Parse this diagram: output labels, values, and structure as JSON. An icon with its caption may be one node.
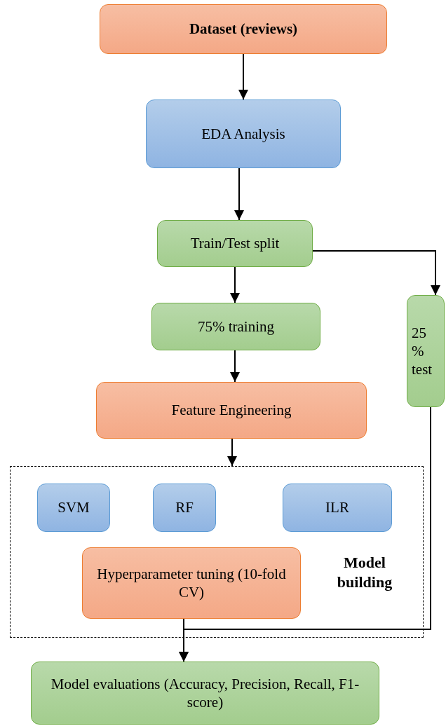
{
  "diagram": {
    "nodes": [
      {
        "text": [
          "Dataset (reviews)"
        ]
      },
      {
        "text": [
          "EDA Analysis"
        ]
      },
      {
        "text": [
          "Train/Test split"
        ]
      },
      {
        "text": [
          "75% training"
        ]
      },
      {
        "text": [
          "Feature Engineering"
        ]
      },
      {
        "text": [
          "Model building"
        ]
      },
      {
        "text": [
          "SVM"
        ],
        "in": 5
      },
      {
        "text": [
          "RF"
        ],
        "in": 5
      },
      {
        "text": [
          "ILR"
        ],
        "in": 5
      },
      {
        "text": [
          "Hyperparameter tuning (10-fold CV)"
        ],
        "in": 5
      },
      {
        "text": [
          "25 % test"
        ]
      },
      {
        "text": [
          "Model evaluations (Accuracy, Precision, Recall, F1-score)"
        ]
      }
    ],
    "edges": [
      {
        "from": 0,
        "to": 1,
        "arrow": "to"
      },
      {
        "from": 1,
        "to": 2,
        "arrow": "to"
      },
      {
        "from": 2,
        "to": 3,
        "arrow": "to"
      },
      {
        "from": 2,
        "to": 10,
        "arrow": "to"
      },
      {
        "from": 3,
        "to": 4,
        "arrow": "to"
      },
      {
        "from": 4,
        "to": 5,
        "arrow": "to"
      },
      {
        "from": 9,
        "to": 11,
        "arrow": "to"
      },
      {
        "from": 10,
        "to": 11,
        "arrow": "to"
      }
    ]
  }
}
